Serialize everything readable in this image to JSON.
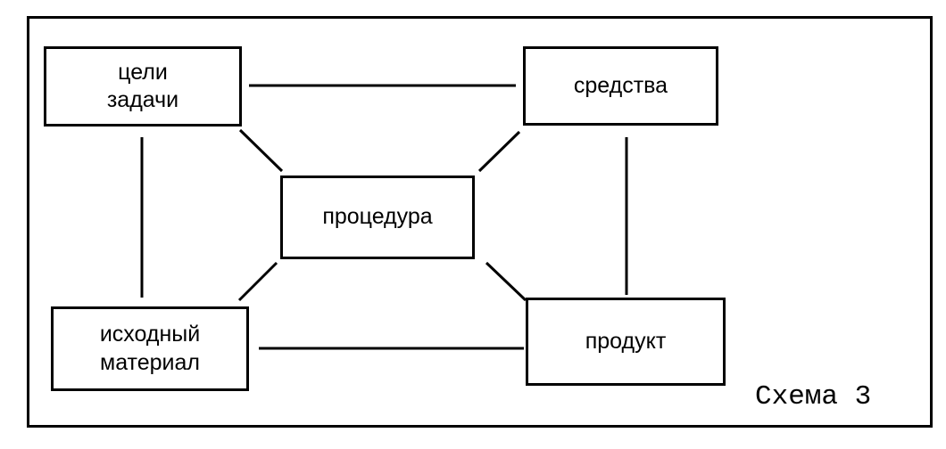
{
  "nodes": {
    "goals": "цели\nзадачи",
    "means": "средства",
    "procedure": "процедура",
    "source": "исходный\nматериал",
    "product": "продукт"
  },
  "caption": "Схема 3",
  "edges": [
    [
      "goals",
      "means"
    ],
    [
      "goals",
      "procedure"
    ],
    [
      "goals",
      "source"
    ],
    [
      "means",
      "procedure"
    ],
    [
      "means",
      "product"
    ],
    [
      "procedure",
      "source"
    ],
    [
      "procedure",
      "product"
    ],
    [
      "source",
      "product"
    ]
  ]
}
